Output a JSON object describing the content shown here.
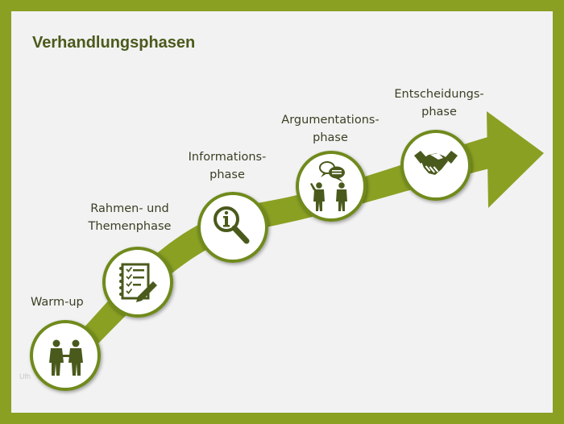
{
  "slide": {
    "title": "Verhandlungsphasen"
  },
  "phases": [
    {
      "label_line1": "Warm-up",
      "label_line2": "",
      "icon": "handshake-people-icon"
    },
    {
      "label_line1": "Rahmen- und",
      "label_line2": "Themenphase",
      "icon": "checklist-pen-icon"
    },
    {
      "label_line1": "Informations-",
      "label_line2": "phase",
      "icon": "info-magnifier-icon"
    },
    {
      "label_line1": "Argumentations-",
      "label_line2": "phase",
      "icon": "people-discussion-icon"
    },
    {
      "label_line1": "Entscheidungs-",
      "label_line2": "phase",
      "icon": "handshake-icon"
    }
  ],
  "colors": {
    "frame": "#8aa023",
    "arrow": "#8aa023",
    "icon": "#4a5a1c",
    "title": "#4a5a1c",
    "background": "#f2f2f2"
  },
  "watermark": "Ufh"
}
